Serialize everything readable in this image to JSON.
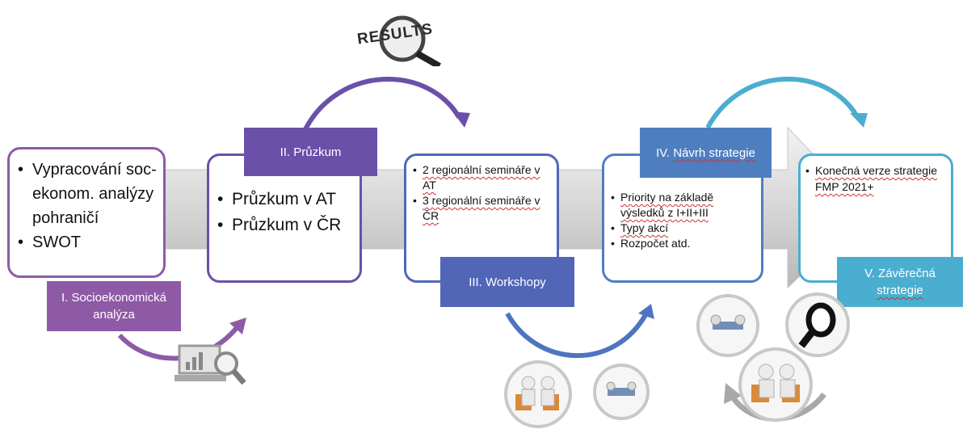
{
  "results_logo": "RESULTS",
  "stages": [
    {
      "label": "I. Socioekonomická analýza",
      "label_lines": [
        "I. Socioekonomická",
        "analýza"
      ],
      "items": [
        "Vypracování soc-ekonom. analýzy pohraničí",
        "SWOT"
      ],
      "color": "#8e5aa6"
    },
    {
      "label": "II. Průzkum",
      "items": [
        "Průzkum v AT",
        "Průzkum v ČR"
      ],
      "color": "#6a50a8"
    },
    {
      "label": "III. Workshopy",
      "items": [
        "2 regionální semináře v AT",
        "3 regionální semináře v ČR"
      ],
      "color": "#5266b8"
    },
    {
      "label_prefix": "IV. ",
      "label_rest": "Návrh strategie",
      "items": [
        "Priority na základě výsledků z I+II+III",
        "Typy akcí",
        "Rozpočet atd."
      ],
      "color": "#4e7ec0"
    },
    {
      "label_lines": [
        "V. Závěrečná",
        "strategie"
      ],
      "items": [
        "Konečná verze strategie FMP 2021+"
      ],
      "color": "#4aaed0"
    }
  ],
  "colors": {
    "arrow_band": "#d8d8d8",
    "stage1_border": "#8e5aa6",
    "stage2_border": "#6a50a8",
    "stage3_border": "#5266b8",
    "stage4_border": "#4e7ec0",
    "stage5_border": "#4aaed0"
  },
  "icons": [
    "results-magnifier-icon",
    "analytics-laptop-icon",
    "meeting-people-icon",
    "handshake-icon",
    "search-lens-icon"
  ]
}
